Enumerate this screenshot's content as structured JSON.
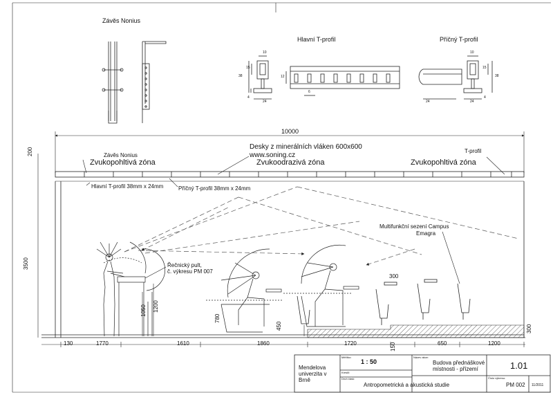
{
  "details": {
    "nonius_title": "Závěs Nonius",
    "main_profile_title": "Hlavní T-profil",
    "cross_profile_title": "Příčný T-profil",
    "main_dims": [
      "10",
      "15",
      "38",
      "4",
      "24",
      "12",
      "6"
    ],
    "cross_dims": [
      "10",
      "15",
      "38",
      "4",
      "24",
      "24"
    ]
  },
  "section": {
    "total_width": "10000",
    "ceiling_height": "200",
    "room_height": "3500",
    "labels": {
      "nonius": "Závěs Nonius",
      "zone_left": "Zvukopohltivá zóna",
      "panels": "Desky z minerálních vláken  600x600",
      "website": "www.soning.cz",
      "zone_mid": "Zvukoodrazivá zóna",
      "zone_right": "Zvukopohltivá zóna",
      "t_profile": "T-profil",
      "main_profile": "Hlavní T-profil 38mm x 24mm",
      "cross_profile": "Příčný T-profil 38mm x 24mm",
      "podium_line1": "Řečnický pult,",
      "podium_line2": "č. výkresu PM 007",
      "seating_line1": "Multifunkční sezení Campus",
      "seating_line2": "Emagra"
    },
    "heights": [
      "1050",
      "1200",
      "780",
      "450",
      "300",
      "300",
      "150"
    ],
    "bottom_dims": [
      "130",
      "1770",
      "1610",
      "1860",
      "1720",
      "650",
      "1200"
    ]
  },
  "title_block": {
    "institution": [
      "Mendelova",
      "univerzita v",
      "Brně"
    ],
    "scale_caption": "Měřítko:",
    "scale": "1 : 50",
    "drawn_caption": "Kreslil:",
    "part_caption": "Druh čásk:",
    "part_value": "Antropometrická a akustická studie",
    "building_caption": "Název akce:",
    "building": [
      "Budova přednáškové",
      "místnosti - přízemí"
    ],
    "sheet_number": "1.01",
    "drawing_caption": "Číslo výkresu:",
    "drawing_number": "PM 002",
    "date": "11/2011"
  },
  "colors": {
    "line": "#1a1a1a",
    "hatch": "#444444",
    "paper": "#ffffff"
  }
}
